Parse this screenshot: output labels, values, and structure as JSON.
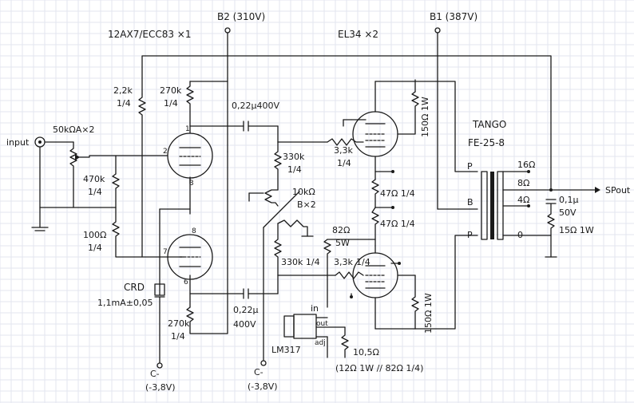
{
  "supply": {
    "b2": "B2 (310V)",
    "b1": "B1 (387V)",
    "c_left": "C-",
    "c_left_v": "(-3,8V)",
    "c_mid": "C-",
    "c_mid_v": "(-3,8V)"
  },
  "tubes": {
    "driver": "12AX7/ECC83 ×1",
    "output": "EL34 ×2"
  },
  "input": {
    "label": "input",
    "pot": "50kΩA×2"
  },
  "components": {
    "r_2k2": "2,2k",
    "r_2k2_w": "1/4",
    "r_270k_top": "270k",
    "r_270k_top_w": "1/4",
    "c_top": "0,22μ400V",
    "r_470k": "470k",
    "r_470k_w": "1/4",
    "r_100": "100Ω",
    "r_100_w": "1/4",
    "crd": "CRD",
    "crd_val": "1,1mA±0,05",
    "r_270k_bot": "270k",
    "r_270k_bot_w": "1/4",
    "c_bot": "0,22μ",
    "c_bot_v": "400V",
    "r_330k_top": "330k",
    "r_330k_top_w": "1/4",
    "pot_bias": "10kΩ",
    "pot_bias_n": "B×2",
    "r_330k_bot": "330k 1/4",
    "r_3k3_top": "3,3k",
    "r_3k3_top_w": "1/4",
    "r_3k3_bot": "3,3k",
    "r_3k3_bot_w": "1/4",
    "r_82": "82Ω",
    "r_82_w": "5W",
    "r_47a": "47Ω 1/4",
    "r_47b": "47Ω 1/4",
    "r_150_top": "150Ω 1W",
    "r_150_bot": "150Ω 1W",
    "reg": "LM317",
    "reg_in": "in",
    "reg_out": "out",
    "reg_adj": "adj",
    "r_10_5": "10,5Ω",
    "r_10_5_note": "(12Ω 1W // 82Ω 1/4)"
  },
  "transformer": {
    "brand": "TANGO",
    "model": "FE-25-8",
    "p_top": "P",
    "b": "B",
    "p_bot": "P",
    "t16": "16Ω",
    "t8": "8Ω",
    "t4": "4Ω",
    "t0": "0"
  },
  "output": {
    "cap": "0,1μ",
    "cap_v": "50V",
    "res": "15Ω 1W",
    "label": "SPout"
  },
  "pins": {
    "p1": "1",
    "p2": "2",
    "p3": "3",
    "p8": "8",
    "p7": "7",
    "p6": "6"
  }
}
